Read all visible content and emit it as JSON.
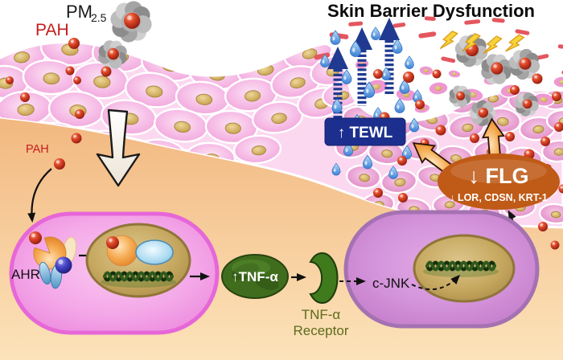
{
  "title": "Skin Barrier Dysfunction",
  "labels": {
    "pm": "PM",
    "pm_sub": "2.5",
    "pah_top": "PAH",
    "pah_inner": "PAH",
    "ahr": "AHR",
    "tnf_ellipse": "↑TNF-α",
    "tnf_receptor_line1": "TNF-α",
    "tnf_receptor_line2": "Receptor",
    "cjnk": "c-JNK",
    "tewl": "↑ TEWL",
    "flg": "↓ FLG",
    "flg_sub": "↓ LOR, CDSN, KRT-1"
  },
  "colors": {
    "tewl_badge": "#1c2f8e",
    "flg_badge": "#bf5a17",
    "tnf_green": "#3f6d1d",
    "receptor_green": "#3f7a1c",
    "receptor_label": "#5c6b1c",
    "pah_red": "#c41d1d",
    "navy_arrow": "#1f3a90",
    "orange_arrow": "#dd8030",
    "title_text": "#0b0b0b"
  }
}
